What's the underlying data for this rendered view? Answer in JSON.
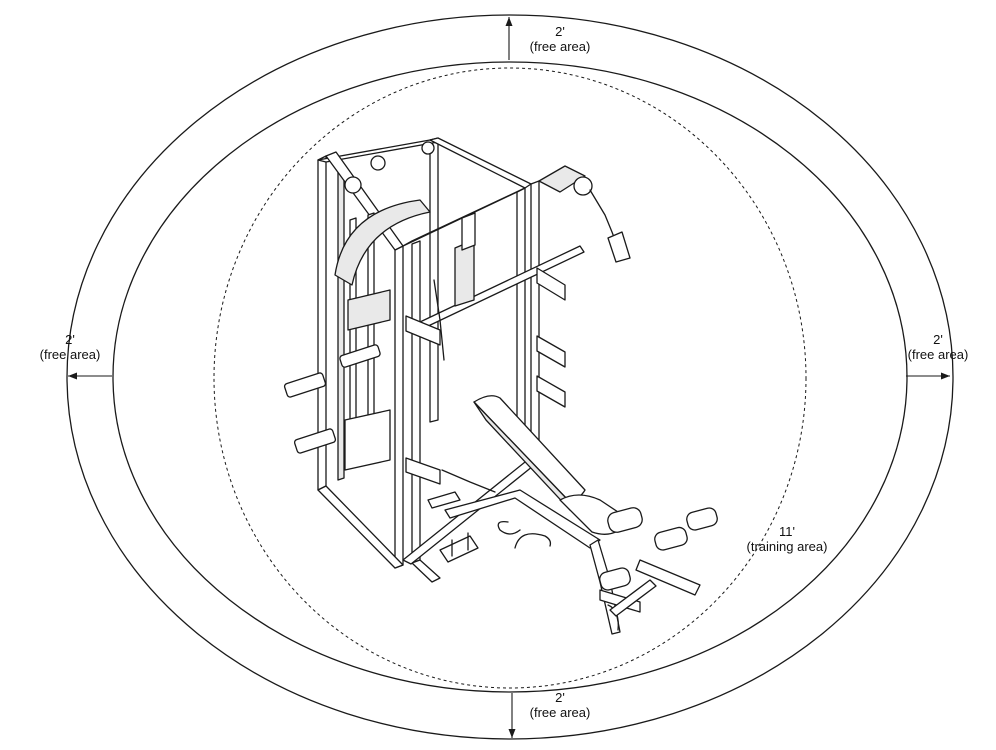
{
  "labels": {
    "top": {
      "dimension": "2'",
      "note": "(free area)"
    },
    "bottom": {
      "dimension": "2'",
      "note": "(free area)"
    },
    "left": {
      "dimension": "2'",
      "note": "(free area)"
    },
    "right": {
      "dimension": "2'",
      "note": "(free area)"
    },
    "training": {
      "dimension": "11'",
      "note": "(training area)"
    }
  },
  "colors": {
    "line": "#1a1a1a",
    "equipment_fill": "#e9e9e9",
    "background": "#ffffff"
  },
  "equipment": "smith-machine-home-gym-with-adjustable-bench"
}
